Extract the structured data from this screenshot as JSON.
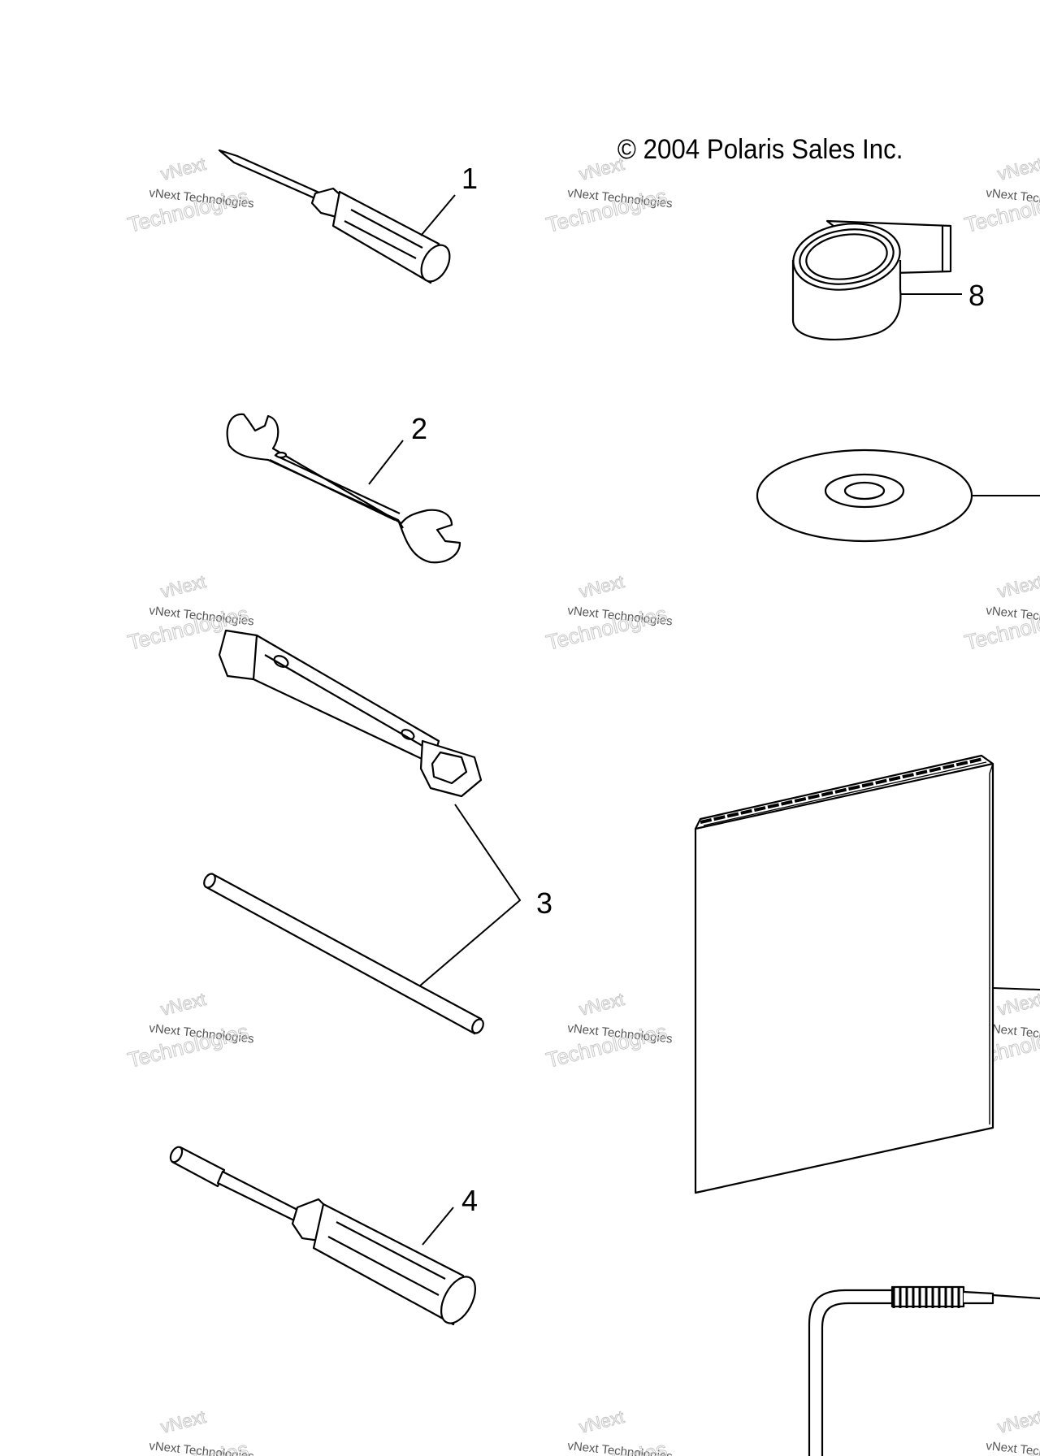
{
  "copyright": "© 2004 Polaris Sales Inc.",
  "callouts": [
    "1",
    "2",
    "3",
    "4",
    "8"
  ],
  "watermark": {
    "line1": "vNext",
    "line2": "vNext Technologies",
    "line3": "Technologies"
  },
  "colors": {
    "ink": "#000000",
    "watermark": "#c8c8c8",
    "background": "#ffffff"
  }
}
